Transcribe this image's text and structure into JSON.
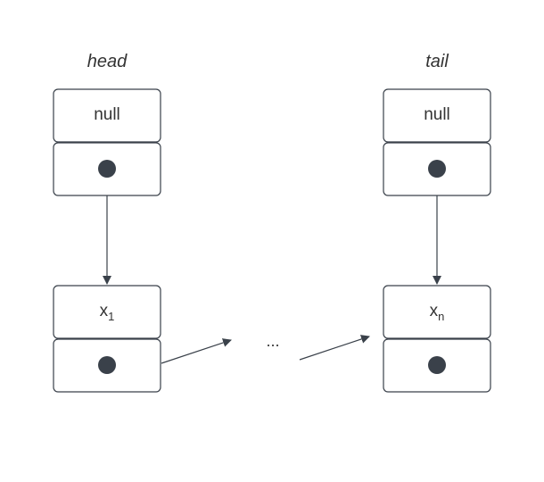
{
  "labels": {
    "head": "head",
    "tail": "tail",
    "ellipsis": "..."
  },
  "head_pointer": {
    "value": "null"
  },
  "tail_pointer": {
    "value": "null"
  },
  "first_node": {
    "value": "x",
    "subscript": "1"
  },
  "last_node": {
    "value": "x",
    "subscript": "n"
  },
  "colors": {
    "stroke": "#3a414a",
    "text": "#333333",
    "background": "#ffffff"
  }
}
